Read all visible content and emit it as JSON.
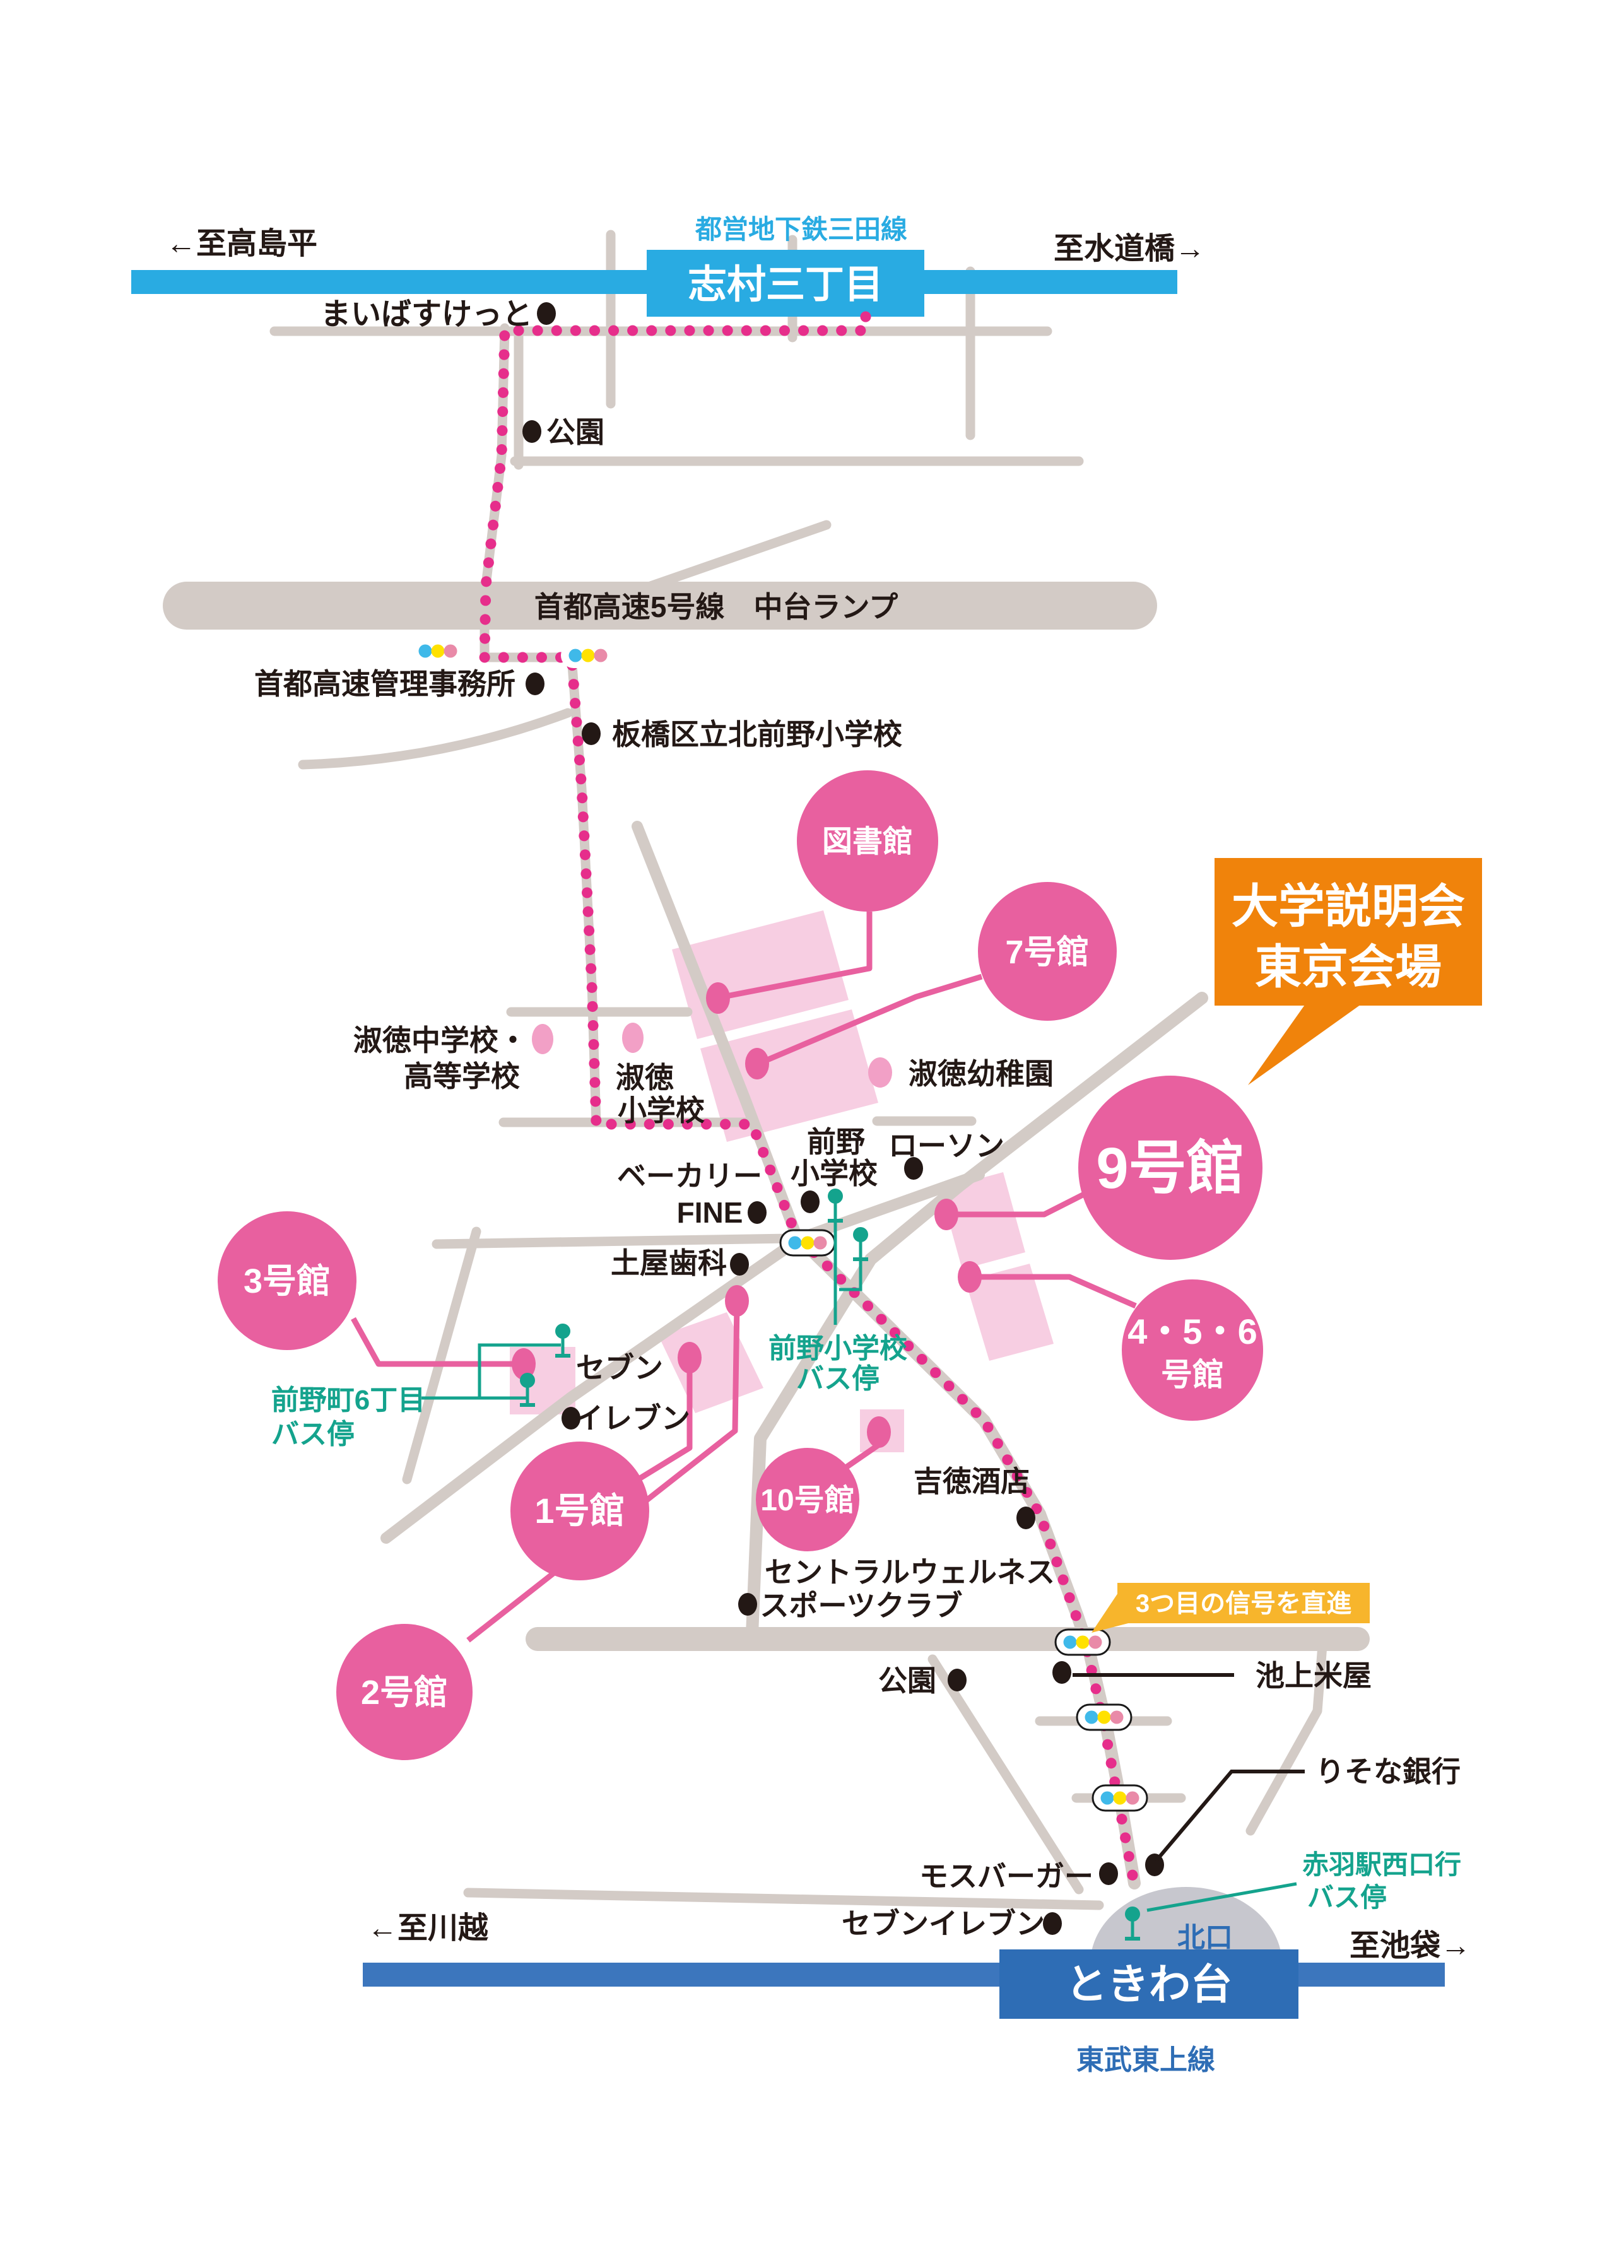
{
  "colors": {
    "ink": "#231815",
    "route": "#E62E8B",
    "circle": "#E8609F",
    "building": "#F7CEE2",
    "schoolDot": "#F2A0C6",
    "road": "#D3CBC6",
    "railTop": "#29ABE2",
    "railBotBand": "#3C76BD",
    "railBotBanner": "#2E6DB5",
    "teal": "#14A38D",
    "orange": "#F0830B",
    "yellowBanner": "#F7B52C",
    "tlCyan": "#3FB9E9",
    "tlYellow": "#FFE100",
    "tlPink": "#E98AA8",
    "dome": "#C7C7CE"
  },
  "rail_top": {
    "line_name": "都営地下鉄三田線",
    "station": "志村三丁目",
    "dir_left": "←至高島平",
    "dir_right": "至水道橋→"
  },
  "rail_bottom": {
    "line_name": "東武東上線",
    "station": "ときわ台",
    "dir_left": "←至川越",
    "dir_right": "至池袋→",
    "exit": "北口"
  },
  "venue_badge": {
    "line1": "大学説明会",
    "line2": "東京会場"
  },
  "direction_banner": {
    "text": "3つ目の信号を直進"
  },
  "buildings": {
    "library": "図書館",
    "b7": "7号館",
    "b9": "9号館",
    "b456_line1": "4・5・6",
    "b456_line2": "号館",
    "b3": "3号館",
    "b1": "1号館",
    "b10": "10号館",
    "b2": "2号館"
  },
  "landmarks": {
    "my_basket": "まいばすけっと",
    "park_north": "公園",
    "expressway": "首都高速5号線　中台ランプ",
    "expressway_office": "首都高速管理事務所",
    "kitamaeno_es": "板橋区立北前野小学校",
    "shukutoku_jh_line1": "淑徳中学校・",
    "shukutoku_jh_line2": "高等学校",
    "shukutoku_es_line1": "淑徳",
    "shukutoku_es_line2": "小学校",
    "shukutoku_kg": "淑徳幼稚園",
    "maeno_es_line1": "前野",
    "maeno_es_line2": "小学校",
    "lawson": "ローソン",
    "bakery_line1": "ベーカリー",
    "bakery_line2": "FINE",
    "tsuchiya_dental": "土屋歯科",
    "seven_line1": "セブン",
    "seven_line2": "イレブン",
    "yoshitoku": "吉徳酒店",
    "central_line1": "セントラルウェルネス",
    "central_line2": "スポーツクラブ",
    "park_south": "公園",
    "ikegami": "池上米屋",
    "resona": "りそな銀行",
    "mos_burger": "モスバーガー",
    "seven_south": "セブンイレブン"
  },
  "bus_stops": {
    "maeno_es_line1": "前野小学校",
    "maeno_es_line2": "バス停",
    "maenocho6_line1": "前野町6丁目",
    "maenocho6_line2": "バス停",
    "akabane_line1": "赤羽駅西口行",
    "akabane_line2": "バス停"
  }
}
